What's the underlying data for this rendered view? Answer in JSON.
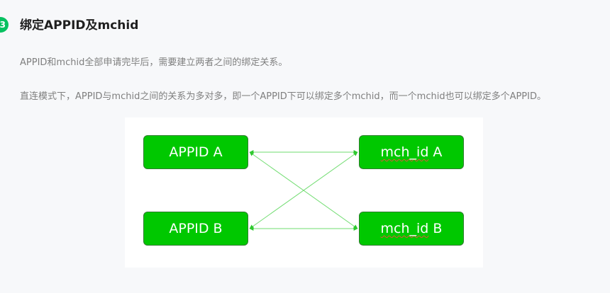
{
  "section": {
    "step_number": "3",
    "title": "绑定APPID及mchid",
    "paragraphs": [
      "APPID和mchid全部申请完毕后，需要建立两者之间的绑定关系。",
      "直连模式下，APPID与mchid之间的关系为多对多，即一个APPID下可以绑定多个mchid，而一个mchid也可以绑定多个APPID。"
    ]
  },
  "diagram": {
    "nodes": {
      "appid_a": "APPID A",
      "appid_b": "APPID B",
      "mch_a_word": "mch_id",
      "mch_a_suffix": " A",
      "mch_b_word": "mch_id",
      "mch_b_suffix": " B"
    },
    "colors": {
      "accent": "#07c160",
      "node_fill": "#00c800",
      "node_border": "#2f7d2f",
      "edge": "#6fdc6f"
    }
  }
}
